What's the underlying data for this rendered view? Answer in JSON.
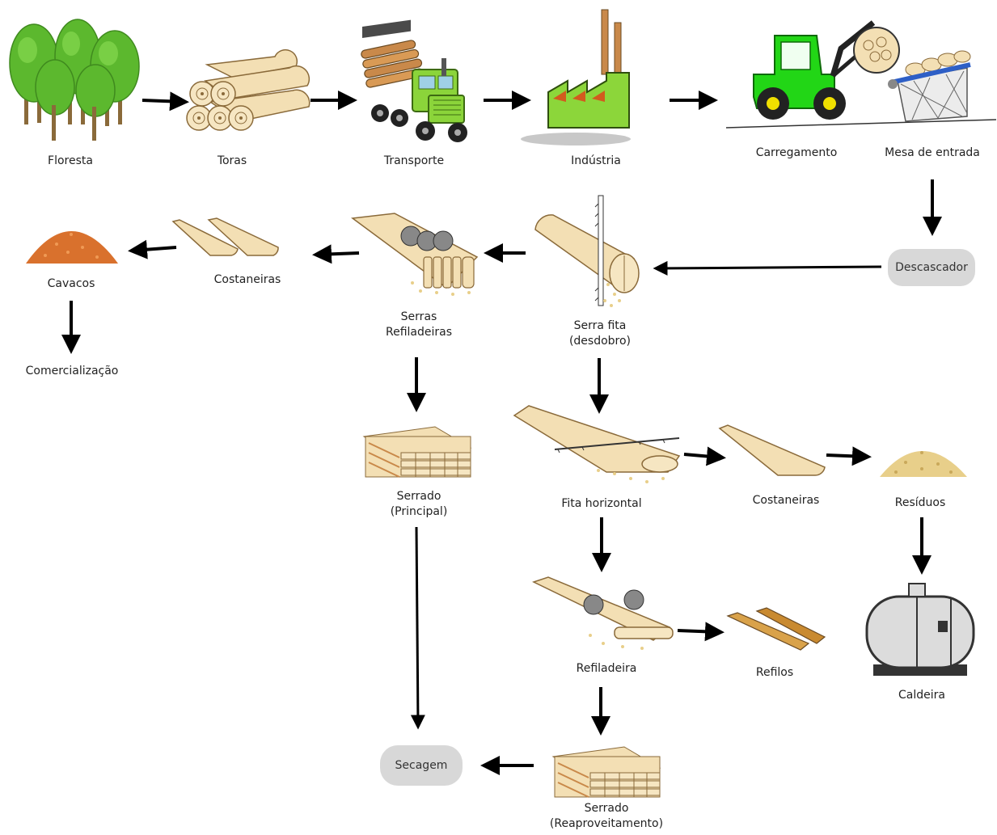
{
  "labels": {
    "floresta": "Floresta",
    "toras": "Toras",
    "transporte": "Transporte",
    "industria": "Indústria",
    "carregamento": "Carregamento",
    "mesa_entrada": "Mesa de entrada",
    "descascador": "Descascador",
    "serra_fita_1": "Serra fita",
    "serra_fita_2": "(desdobro)",
    "serras_refiladeiras_1": "Serras",
    "serras_refiladeiras_2": "Refiladeiras",
    "costaneiras_top": "Costaneiras",
    "cavacos": "Cavacos",
    "comercializacao": "Comercialização",
    "serrado_principal_1": "Serrado",
    "serrado_principal_2": "(Principal)",
    "fita_horizontal": "Fita horizontal",
    "costaneiras_mid": "Costaneiras",
    "residuos": "Resíduos",
    "refiladeira": "Refiladeira",
    "refilos": "Refilos",
    "caldeira": "Caldeira",
    "secagem": "Secagem",
    "serrado_reap_1": "Serrado",
    "serrado_reap_2": "(Reaproveitamento)"
  },
  "icons": {
    "forest": "tree-icon",
    "logs": "logs-icon",
    "truck": "log-truck-icon",
    "factory": "factory-icon",
    "loader": "loader-tractor-icon",
    "infeed": "infeed-table-icon",
    "bandsaw": "bandsaw-icon",
    "edger": "edger-saw-icon",
    "slabs": "slab-icon",
    "chips": "chip-pile-icon",
    "lumber": "lumber-stack-icon",
    "residues": "residue-pile-icon",
    "trims": "trim-strips-icon",
    "boiler": "boiler-icon"
  },
  "colors": {
    "wood": "#f3dfb4",
    "wood_edge": "#8a6a3a",
    "tree_green": "#5cb82e",
    "truck_green": "#8bd43a",
    "tractor_green": "#22d616",
    "factory_green": "#8cd63a",
    "chips": "#d9712d",
    "residue": "#e8cf8a",
    "pill": "#d8d8d8",
    "arrow": "#000000"
  }
}
